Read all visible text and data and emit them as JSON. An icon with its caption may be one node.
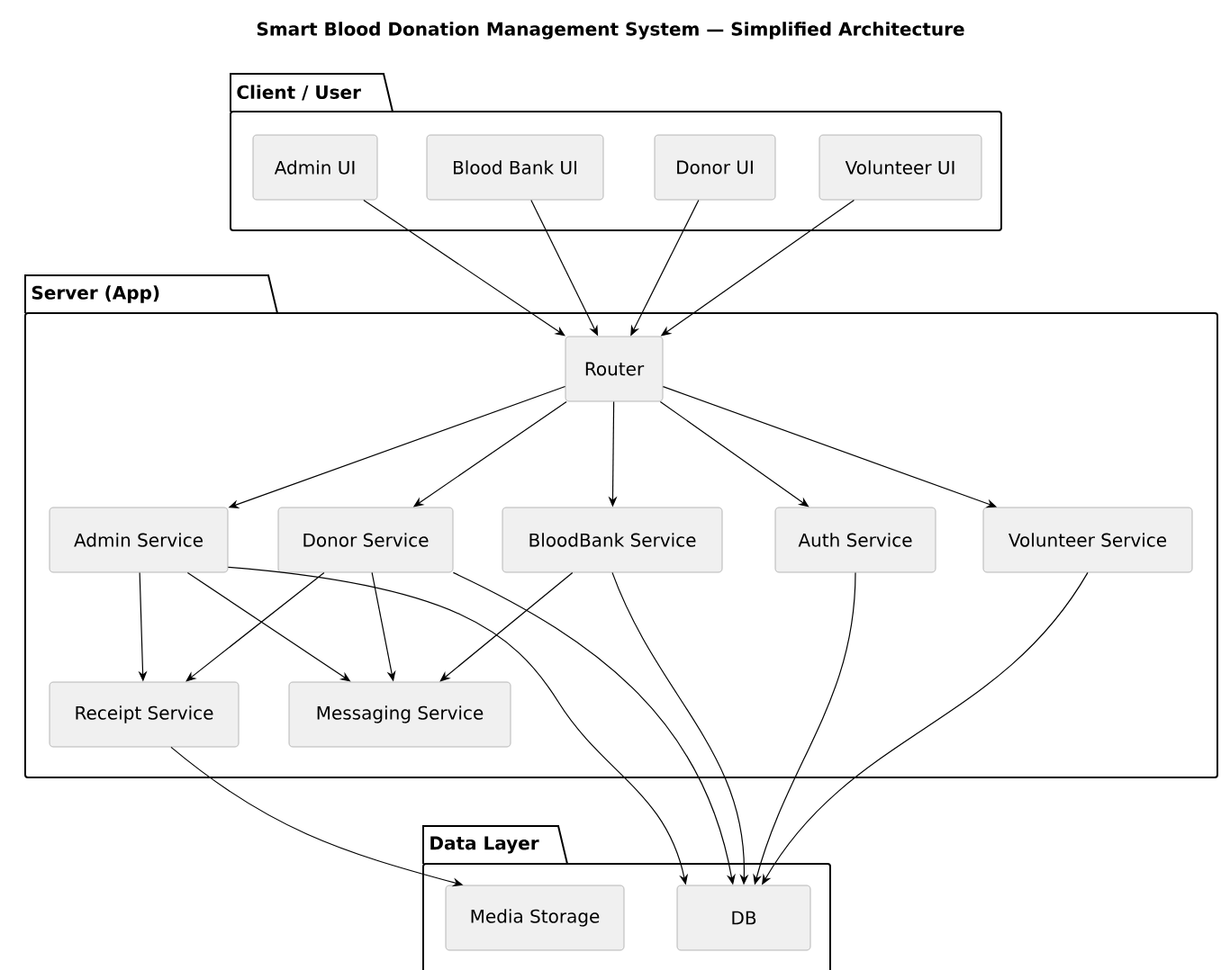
{
  "diagram": {
    "title": "Smart Blood Donation Management System — Simplified Architecture",
    "nodes": [
      {
        "text": [
          "Client / User"
        ]
      },
      {
        "text": [
          "Admin UI"
        ],
        "in": 0
      },
      {
        "text": [
          "Blood Bank UI"
        ],
        "in": 0
      },
      {
        "text": [
          "Donor UI"
        ],
        "in": 0
      },
      {
        "text": [
          "Volunteer UI"
        ],
        "in": 0
      },
      {
        "text": [
          "Server (App)"
        ]
      },
      {
        "text": [
          "Router"
        ],
        "in": 5
      },
      {
        "text": [
          "Admin Service"
        ],
        "in": 5
      },
      {
        "text": [
          "Donor Service"
        ],
        "in": 5
      },
      {
        "text": [
          "BloodBank Service"
        ],
        "in": 5
      },
      {
        "text": [
          "Auth Service"
        ],
        "in": 5
      },
      {
        "text": [
          "Volunteer Service"
        ],
        "in": 5
      },
      {
        "text": [
          "Receipt Service"
        ],
        "in": 5
      },
      {
        "text": [
          "Messaging Service"
        ],
        "in": 5
      },
      {
        "text": [
          "Data Layer"
        ]
      },
      {
        "text": [
          "Media Storage"
        ],
        "in": 14
      },
      {
        "text": [
          "DB"
        ],
        "in": 14
      }
    ],
    "edges": [
      {
        "from": 1,
        "to": 6,
        "arrow": "to"
      },
      {
        "from": 2,
        "to": 6,
        "arrow": "to"
      },
      {
        "from": 3,
        "to": 6,
        "arrow": "to"
      },
      {
        "from": 4,
        "to": 6,
        "arrow": "to"
      },
      {
        "from": 6,
        "to": 7,
        "arrow": "to"
      },
      {
        "from": 6,
        "to": 8,
        "arrow": "to"
      },
      {
        "from": 6,
        "to": 9,
        "arrow": "to"
      },
      {
        "from": 6,
        "to": 10,
        "arrow": "to"
      },
      {
        "from": 6,
        "to": 11,
        "arrow": "to"
      },
      {
        "from": 7,
        "to": 12,
        "arrow": "to"
      },
      {
        "from": 7,
        "to": 13,
        "arrow": "to"
      },
      {
        "from": 7,
        "to": 16,
        "arrow": "to"
      },
      {
        "from": 8,
        "to": 12,
        "arrow": "to"
      },
      {
        "from": 8,
        "to": 13,
        "arrow": "to"
      },
      {
        "from": 8,
        "to": 16,
        "arrow": "to"
      },
      {
        "from": 9,
        "to": 13,
        "arrow": "to"
      },
      {
        "from": 9,
        "to": 16,
        "arrow": "to"
      },
      {
        "from": 10,
        "to": 16,
        "arrow": "to"
      },
      {
        "from": 11,
        "to": 16,
        "arrow": "to"
      },
      {
        "from": 12,
        "to": 15,
        "arrow": "to"
      }
    ]
  }
}
